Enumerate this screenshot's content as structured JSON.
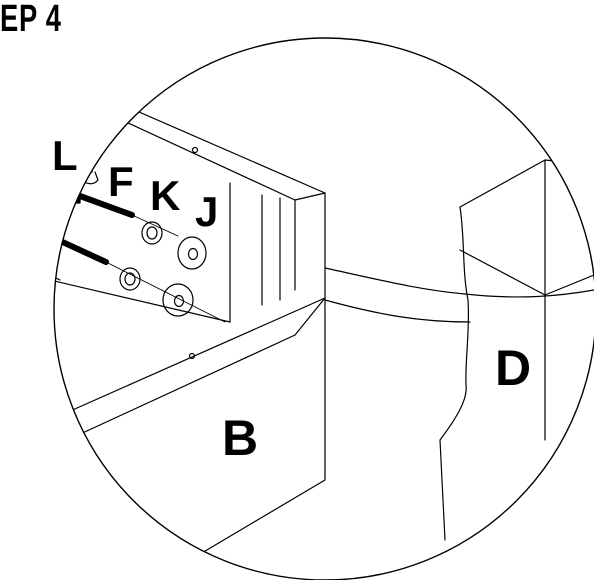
{
  "step": {
    "title": "EP 4"
  },
  "labels": {
    "allen_key": "L",
    "bolt": "F",
    "lock_washer": "K",
    "flat_washer": "J",
    "panel_b": "B",
    "panel_d": "D"
  },
  "colors": {
    "ink": "#000000",
    "paper": "#ffffff"
  }
}
